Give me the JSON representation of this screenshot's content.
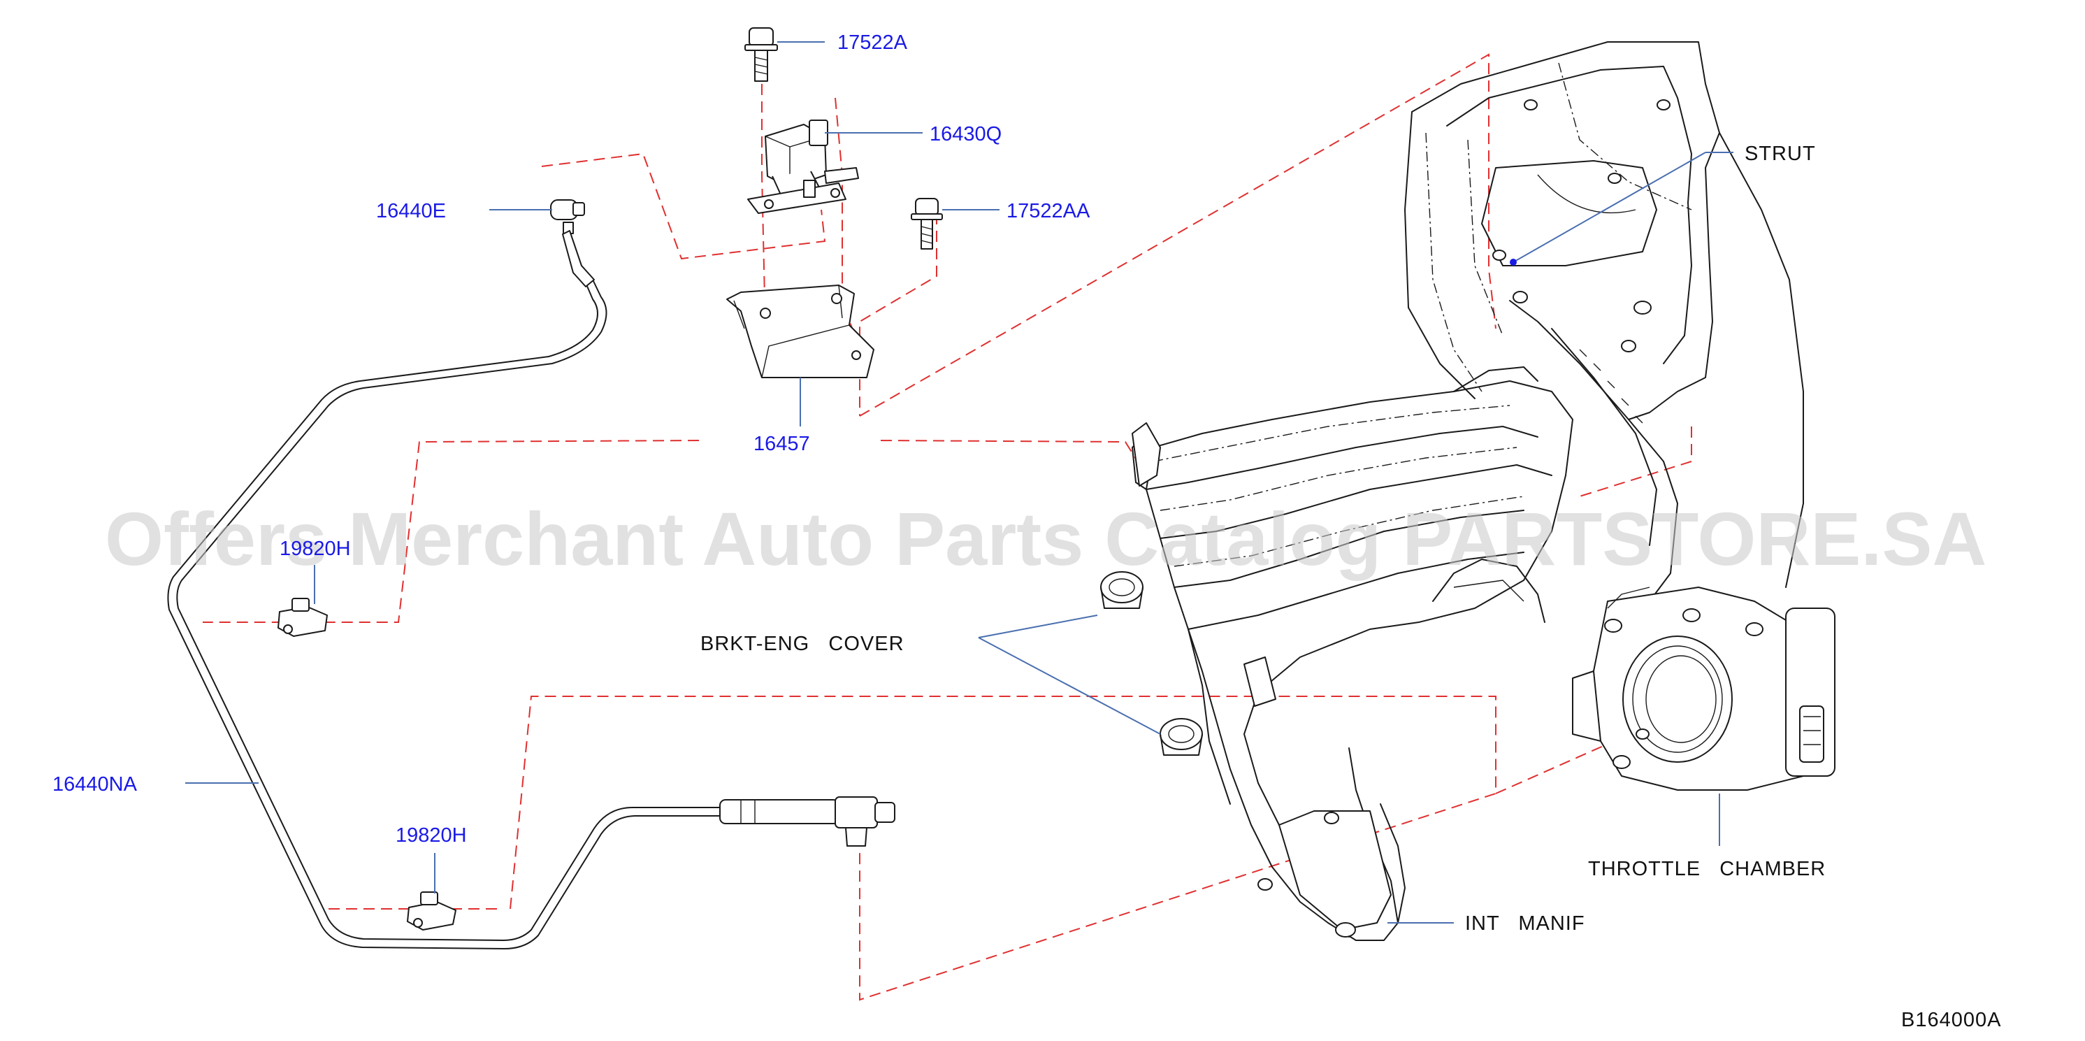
{
  "labels": {
    "bolt_top": "17522A",
    "solenoid": "16430Q",
    "connector_small": "16440E",
    "bolt_right": "17522AA",
    "bracket": "16457",
    "clip_upper": "19820H",
    "clip_lower": "19820H",
    "hose": "16440NA",
    "strut": "STRUT",
    "brkt_eng_cover": "BRKT-ENG   COVER",
    "throttle_chamber": "THROTTLE   CHAMBER",
    "int_manif": "INT   MANIF",
    "diagram_code": "B164000A"
  },
  "watermark": "Offers Merchant Auto Parts Catalog PARTSTORE.SA",
  "colors": {
    "part_number": "#1a1ae6",
    "dashed_guide": "#e03030",
    "leader": "#4a6fb0",
    "drawing_ink": "#1a1a1a",
    "watermark": "#c9c9c9"
  }
}
